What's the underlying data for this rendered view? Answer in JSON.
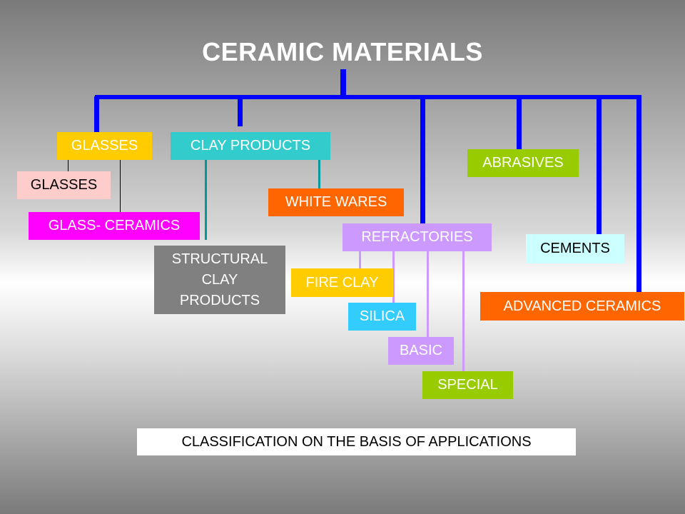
{
  "title": "CERAMIC MATERIALS",
  "colors": {
    "trunk": "#0000ff",
    "glasses": "#ffcc00",
    "clay_products": "#33cccc",
    "glasses_sub": "#ffcccc",
    "glass_ceramics": "#ff00ff",
    "white_wares": "#ff6600",
    "structural": "#808080",
    "refractories": "#cc99ff",
    "fire_clay": "#ffcc00",
    "silica": "#33ccff",
    "basic": "#cc99ff",
    "special": "#99cc00",
    "abrasives": "#99cc00",
    "cements": "#ccffff",
    "advanced": "#ff6600",
    "caption_bg": "#ffffff"
  },
  "nodes": {
    "glasses": "GLASSES",
    "clay_products": "CLAY PRODUCTS",
    "glasses_sub": "GLASSES",
    "glass_ceramics": "GLASS- CERAMICS",
    "white_wares": "WHITE WARES",
    "structural_clay_line1": "STRUCTURAL",
    "structural_clay_line2": "CLAY",
    "structural_clay_line3": "PRODUCTS",
    "refractories": "REFRACTORIES",
    "fire_clay": "FIRE CLAY",
    "silica": "SILICA",
    "basic": "BASIC",
    "special": "SPECIAL",
    "abrasives": "ABRASIVES",
    "cements": "CEMENTS",
    "advanced_ceramics": "ADVANCED CERAMICS"
  },
  "caption": "CLASSIFICATION ON THE BASIS OF APPLICATIONS"
}
